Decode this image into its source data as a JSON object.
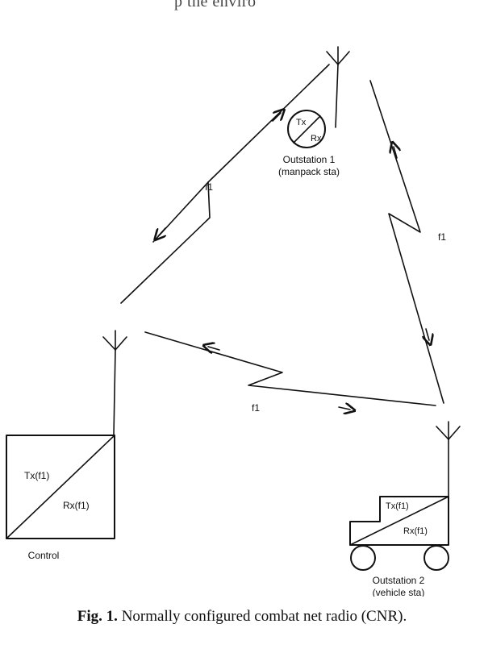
{
  "page_top_fragment": "p                                  the enviro",
  "caption": {
    "figure_number": "Fig. 1.",
    "text": "Normally configured combat net radio (CNR)."
  },
  "stations": {
    "outstation_1": {
      "name": "Outstation 1",
      "subtitle": "(manpack sta)",
      "tx_label": "Tx",
      "rx_label": "Rx"
    },
    "control": {
      "name": "Control",
      "tx_label": "Tx(f1)",
      "rx_label": "Rx(f1)"
    },
    "outstation_2": {
      "name": "Outstation 2",
      "subtitle": "(vehicle sta)",
      "tx_label": "Tx(f1)",
      "rx_label": "Rx(f1)"
    }
  },
  "links": {
    "control_to_outstation_1": "f1",
    "outstation_1_to_outstation_2": "f1",
    "control_to_outstation_2": "f1"
  }
}
